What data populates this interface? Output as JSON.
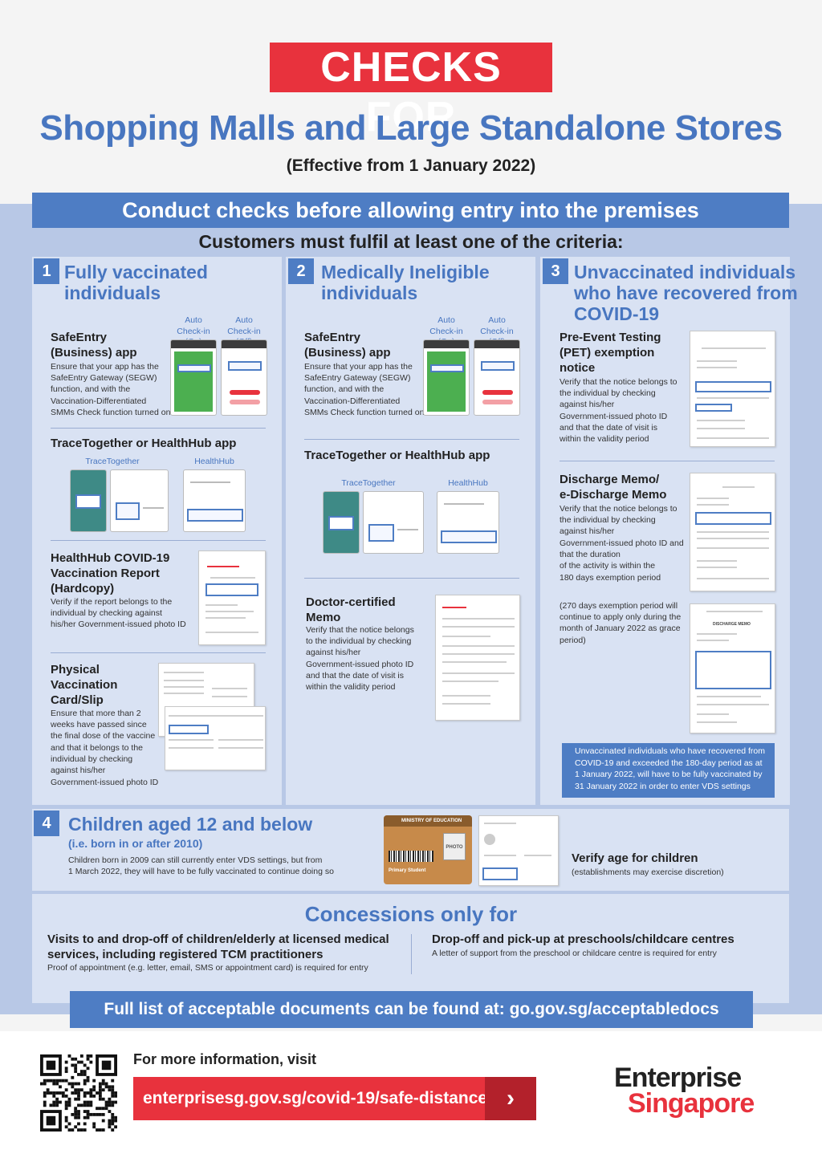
{
  "header": {
    "badge": "CHECKS FOR",
    "title": "Shopping Malls and Large Standalone Stores",
    "subtitle": "(Effective from 1 January 2022)"
  },
  "conduct": "Conduct checks before allowing entry into the premises",
  "criteria": "Customers must fulfil at least one of the criteria:",
  "panel1": {
    "num": "1",
    "title1": "Fully vaccinated",
    "title2": "individuals",
    "col_on1": "Auto",
    "col_on2": "Check-in (On)",
    "col_off1": "Auto",
    "col_off2": "Check-in (Off)",
    "safeentry_h1": "SafeEntry",
    "safeentry_h2": "(Business) app",
    "safeentry_t1": "Ensure that your app has the",
    "safeentry_t2": "SafeEntry Gateway (SEGW)",
    "safeentry_t3": "function, and with the",
    "safeentry_t4": "Vaccination-Differentiated",
    "safeentry_t5": "SMMs Check function turned on",
    "tt_h": "TraceTogether or HealthHub app",
    "tt_lbl": "TraceTogether",
    "hh_lbl": "HealthHub",
    "report_h1": "HealthHub COVID-19",
    "report_h2": "Vaccination Report",
    "report_h3": "(Hardcopy)",
    "report_t1": "Verify if the report belongs to the",
    "report_t2": "individual by checking against",
    "report_t3": "his/her Government-issued photo ID",
    "card_h1": "Physical",
    "card_h2": "Vaccination",
    "card_h3": "Card/Slip",
    "card_t1": "Ensure that more than 2",
    "card_t2": "weeks have passed since",
    "card_t3": "the final dose of the vaccine",
    "card_t4": "and that it belongs to the",
    "card_t5": "individual by checking",
    "card_t6": "against his/her",
    "card_t7": "Government-issued photo ID"
  },
  "panel2": {
    "num": "2",
    "title1": "Medically Ineligible",
    "title2": "individuals",
    "col_on1": "Auto",
    "col_on2": "Check-in (On)",
    "col_off1": "Auto",
    "col_off2": "Check-in (Off)",
    "safeentry_h1": "SafeEntry",
    "safeentry_h2": "(Business) app",
    "safeentry_t1": "Ensure that your app has the",
    "safeentry_t2": "SafeEntry Gateway (SEGW)",
    "safeentry_t3": "function, and with the",
    "safeentry_t4": "Vaccination-Differentiated",
    "safeentry_t5": "SMMs Check function turned on",
    "tt_h": "TraceTogether or HealthHub app",
    "tt_lbl": "TraceTogether",
    "hh_lbl": "HealthHub",
    "memo_h1": "Doctor-certified",
    "memo_h2": "Memo",
    "memo_t1": "Verify that the notice belongs",
    "memo_t2": "to the individual by checking",
    "memo_t3": "against his/her",
    "memo_t4": "Government-issued photo ID",
    "memo_t5": "and that the date of visit is",
    "memo_t6": "within the validity period"
  },
  "panel3": {
    "num": "3",
    "title1": "Unvaccinated individuals",
    "title2": "who have recovered from",
    "title3": "COVID-19",
    "pet_h1": "Pre-Event Testing",
    "pet_h2": "(PET) exemption",
    "pet_h3": "notice",
    "pet_t1": "Verify that the notice belongs to",
    "pet_t2": "the individual by checking",
    "pet_t3": "against his/her",
    "pet_t4": "Government-issued photo ID",
    "pet_t5": "and that the date of visit is",
    "pet_t6": "within the validity period",
    "dm_h1": "Discharge Memo/",
    "dm_h2": "e-Discharge Memo",
    "dm_t1": "Verify that the notice belongs to",
    "dm_t2": "the individual by checking",
    "dm_t3": "against his/her",
    "dm_t4": "Government-issued photo ID and",
    "dm_t5": "that the duration",
    "dm_t6": "of the activity is within the",
    "dm_t7": "180 days exemption period",
    "grace_t1": "(270 days exemption period will",
    "grace_t2": "continue to apply only during the",
    "grace_t3": "month of January 2022 as grace",
    "grace_t4": "period)",
    "note1": "Unvaccinated individuals who have recovered from",
    "note2": "COVID-19 and exceeded the 180-day period as at",
    "note3": "1 January 2022, will have to be fully vaccinated by",
    "note4": "31 January 2022 in order to enter VDS settings",
    "doc_title": "DISCHARGE MEMO"
  },
  "panel4": {
    "num": "4",
    "title": "Children aged 12 and below",
    "subtitle": "(i.e. born in or after 2010)",
    "t1": "Children born in 2009 can still currently enter VDS settings, but from",
    "t2": "1 March 2022, they will have to be fully vaccinated to continue doing so",
    "verify_h": "Verify age for children",
    "verify_t": "(establishments may exercise discretion)",
    "moe_card": "MINISTRY OF EDUCATION",
    "moe_photo": "PHOTO",
    "moe_foot": "Primary Student"
  },
  "concessions": {
    "title": "Concessions only for",
    "left_h1": "Visits to and drop-off of children/elderly at licensed medical",
    "left_h2": "services, including registered TCM practitioners",
    "left_t": "Proof of appointment (e.g. letter, email, SMS or appointment card) is required for entry",
    "right_h": "Drop-off and pick-up at preschools/childcare centres",
    "right_t": "A letter of support from the preschool or childcare centre is required for entry"
  },
  "list_bar": "Full list of acceptable documents can be found at: go.gov.sg/acceptabledocs",
  "footer": {
    "more_info": "For more information, visit",
    "url": "enterprisesg.gov.sg/covid-19/safe-distance",
    "arrow": "›",
    "logo1": "Enterprise",
    "logo2": "Singapore"
  },
  "colors": {
    "red": "#e8323d",
    "blue": "#4e7dc4",
    "light_blue": "#d9e2f3",
    "title_blue": "#4876c0"
  }
}
